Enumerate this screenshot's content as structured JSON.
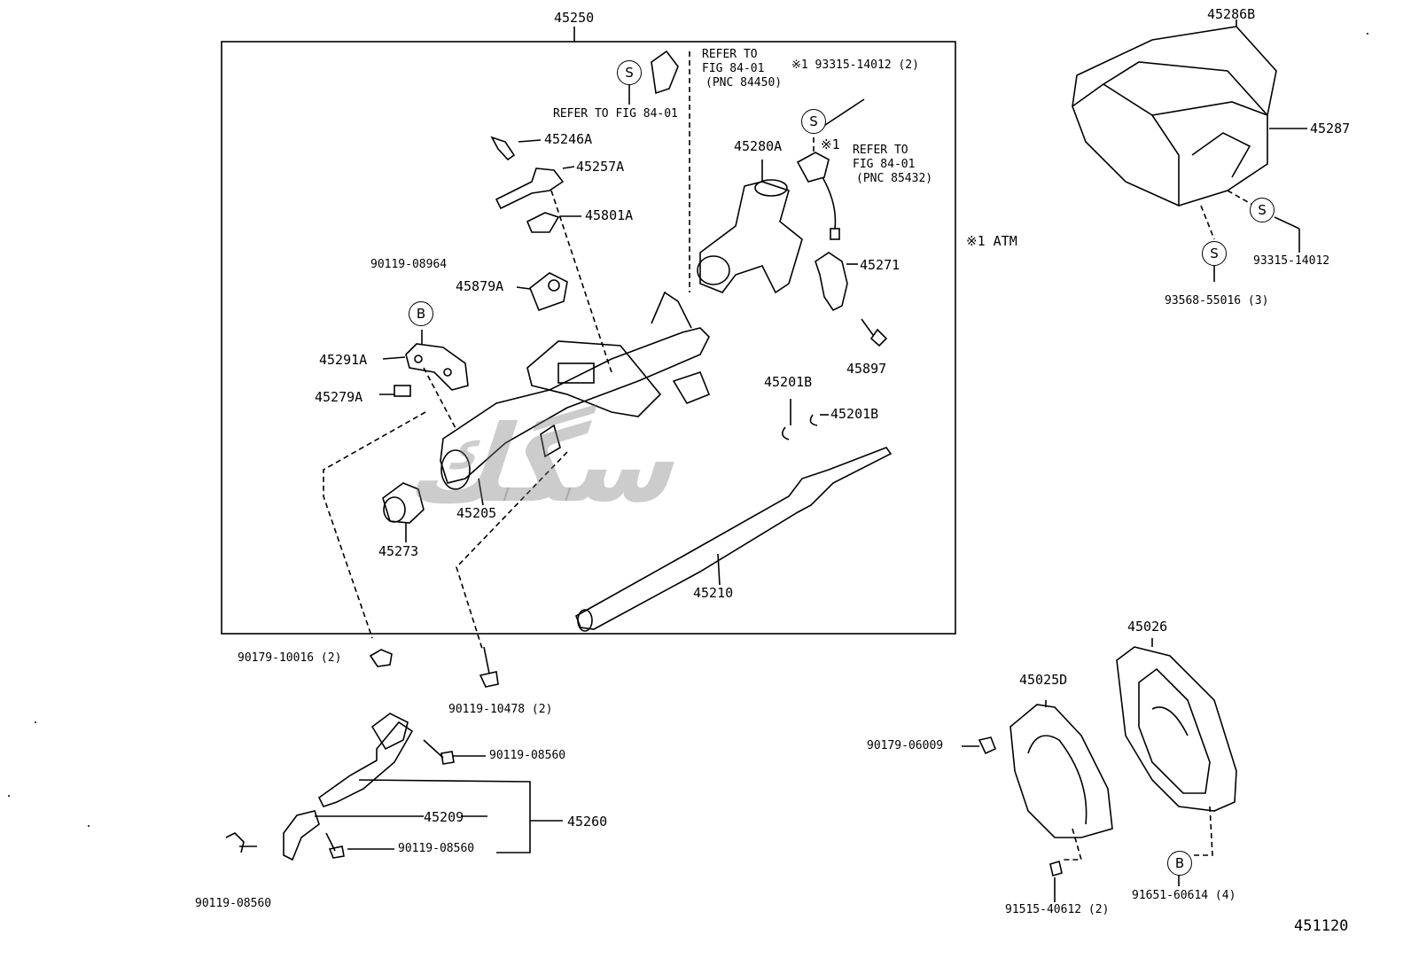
{
  "title_part": "45250",
  "figure_id": "451120",
  "labels": {
    "p45286B": "45286B",
    "p45287": "45287",
    "p93315a": "93315-14012",
    "p93568": "93568-55016 (3)",
    "refer1_l1": "REFER TO",
    "refer1_l2": "FIG 84-01",
    "refer1_l3": "(PNC 84450)",
    "refer2": "REFER TO FIG 84-01",
    "note_93315": "※1 93315-14012 (2)",
    "refer3_l1": "REFER TO",
    "refer3_l2": "FIG 84-01",
    "refer3_l3": "(PNC 85432)",
    "note_atm": "※1 ATM",
    "note_x1": "※1",
    "p45246A": "45246A",
    "p45257A": "45257A",
    "p45801A": "45801A",
    "p45879A": "45879A",
    "p45280A": "45280A",
    "p45271": "45271",
    "p45897": "45897",
    "p90119_08964": "90119-08964",
    "p45291A": "45291A",
    "p45279A": "45279A",
    "p45201B_1": "45201B",
    "p45201B_2": "45201B",
    "p45205": "45205",
    "p45273": "45273",
    "p45210": "45210",
    "p90179_10016": "90179-10016 (2)",
    "p90119_10478": "90119-10478 (2)",
    "p90119_08560a": "90119-08560",
    "p45209": "45209",
    "p45260": "45260",
    "p90119_08560b": "90119-08560",
    "p90119_08560c": "90119-08560",
    "p45026": "45026",
    "p45025D": "45025D",
    "p90179_06009": "90179-06009",
    "p91515": "91515-40612 (2)",
    "p91651": "91651-60614 (4)"
  },
  "symbols": {
    "s": "S",
    "b": "B"
  },
  "watermark": "ﺳﮕﻚ"
}
